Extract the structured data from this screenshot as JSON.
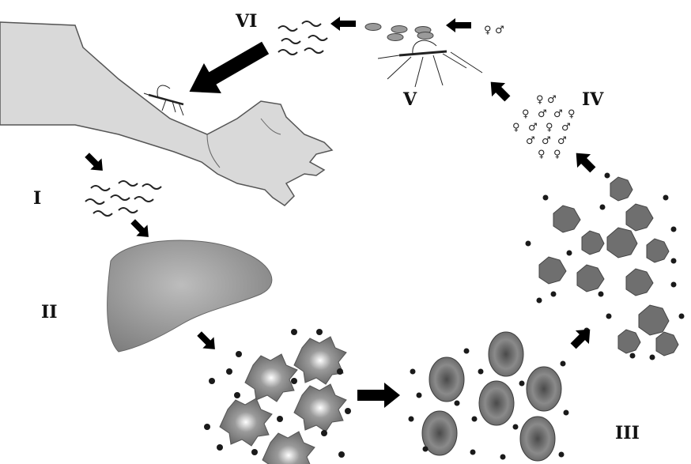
{
  "labels": {
    "stage_1": "I",
    "stage_2": "II",
    "stage_3": "III",
    "stage_4": "IV",
    "stage_5": "V",
    "stage_6": "VI"
  },
  "symbols": {
    "female": "♀",
    "male": "♂"
  },
  "colors": {
    "arrow": "#000000",
    "skin": "#d9d9d9",
    "liver": "#9a9a9a",
    "cell": "#6f6f6f"
  }
}
